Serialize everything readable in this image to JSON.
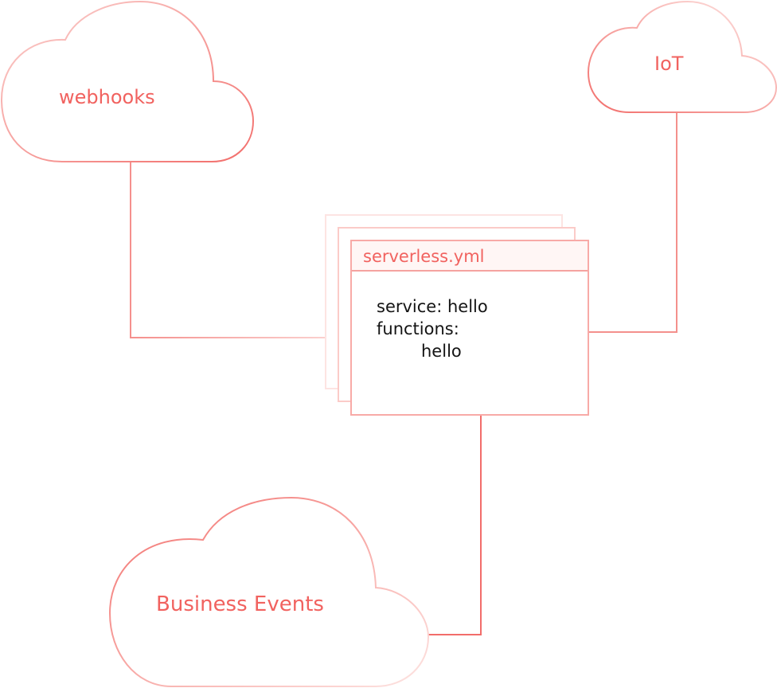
{
  "clouds": {
    "webhooks": "webhooks",
    "iot": "IoT",
    "business_events": "Business Events"
  },
  "config_file": {
    "filename": "serverless.yml",
    "lines": [
      "service: hello",
      "functions:",
      "hello"
    ]
  },
  "colors": {
    "accent": "#f1625f",
    "line": "#f26d6a",
    "text": "#141414"
  }
}
